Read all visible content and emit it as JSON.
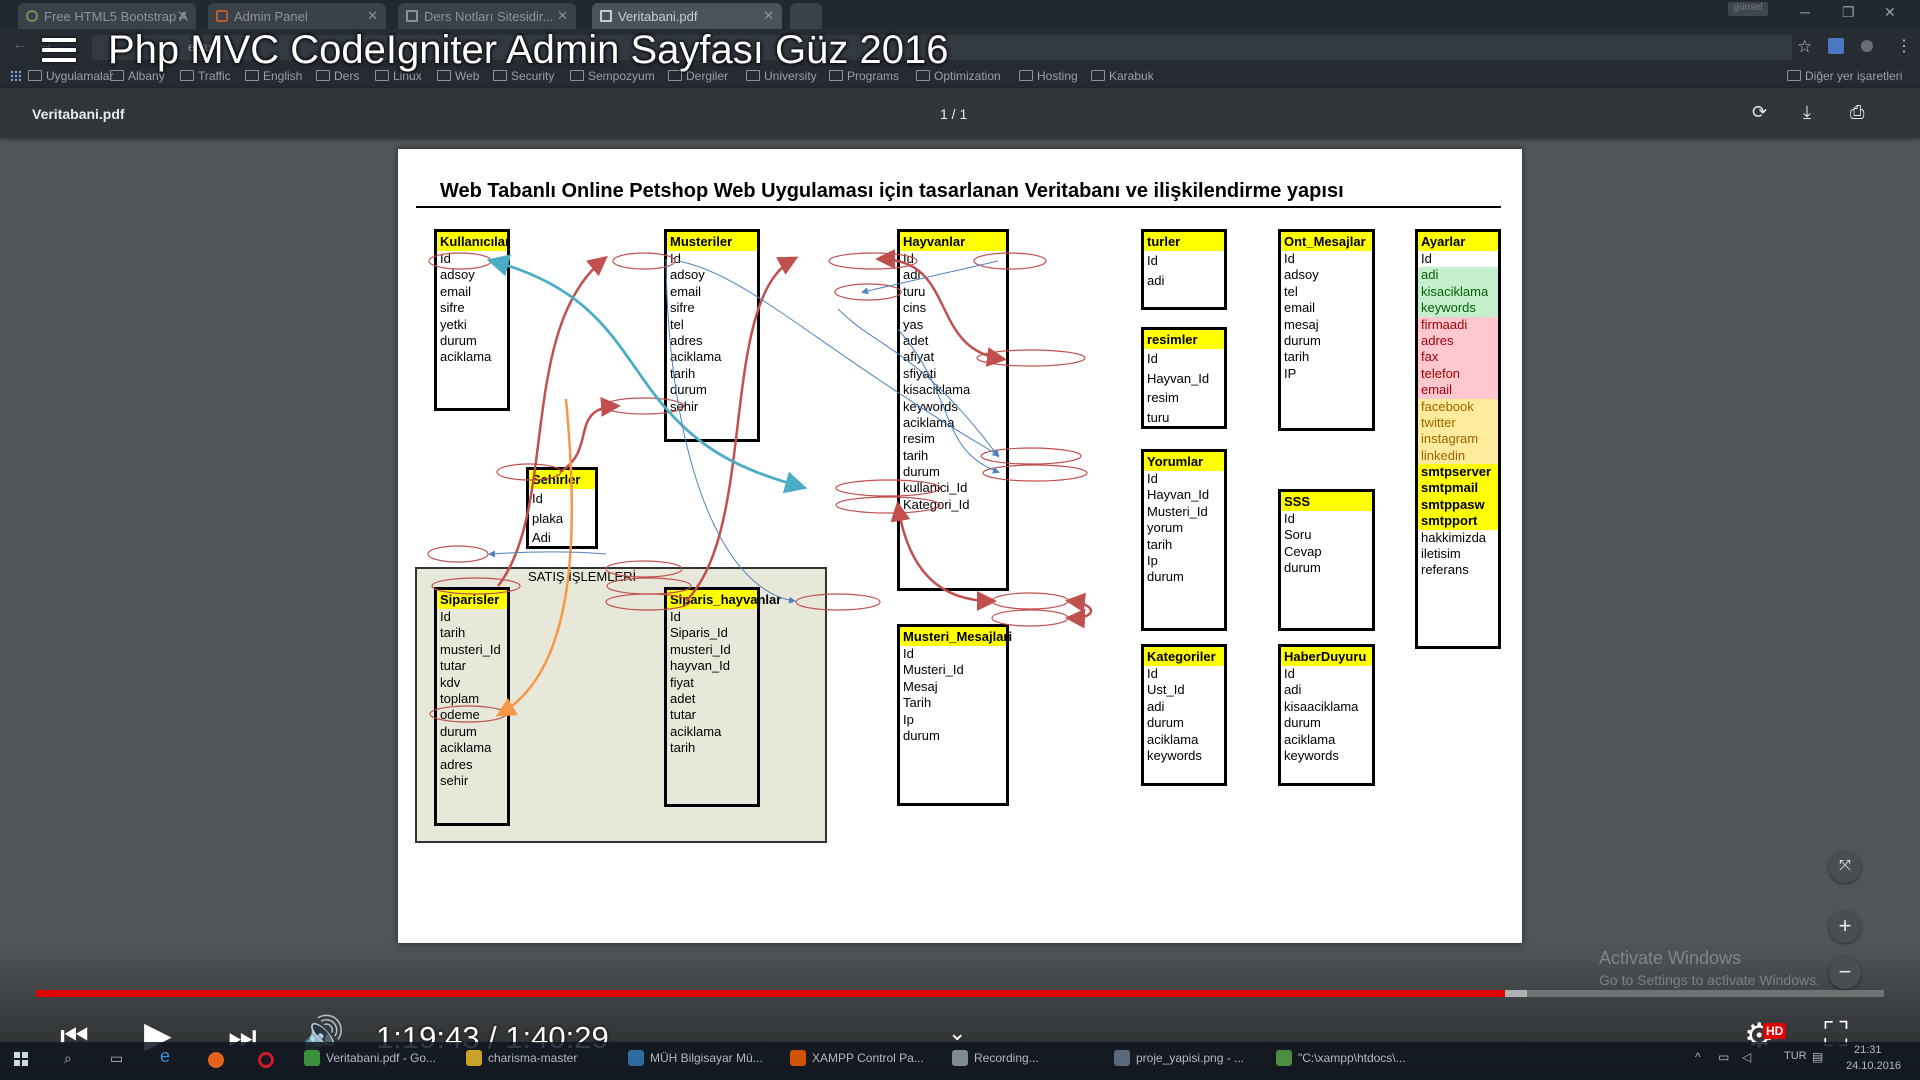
{
  "browser": {
    "tabs": [
      {
        "label": "Free HTML5 Bootstrap A"
      },
      {
        "label": "Admin Panel"
      },
      {
        "label": "Ders Notları Sitesidir..."
      },
      {
        "label": "Veritabani.pdf"
      }
    ],
    "profile": "günsel",
    "omnibox_fragment": "el.ru",
    "bookmarks": [
      "Uygulamalar",
      "Albany",
      "Traffic",
      "English",
      "Ders",
      "Linux",
      "Web",
      "Security",
      "Sempozyum",
      "Dergiler",
      "University",
      "Programs",
      "Optimization",
      "Hosting",
      "Karabuk"
    ],
    "other_bookmarks": "Diğer yer işaretleri"
  },
  "video": {
    "title": "Php MVC CodeIgniter Admin Sayfası Güz 2016",
    "time": "1:19:43 / 1:40:29",
    "progress_played": 0.795,
    "progress_buffered": 0.807,
    "hd_label": "HD"
  },
  "pdf": {
    "filename": "Veritabani.pdf",
    "page_count": "1 / 1",
    "document_title": "Web Tabanlı Online Petshop Web Uygulaması için tasarlanan Veritabanı ve ilişkilendirme yapısı",
    "group_label": "SATIŞ İŞLEMLERİ",
    "tables": [
      {
        "id": "kullanicilar",
        "name": "Kullanıcılar",
        "fields": [
          "Id",
          "adsoy",
          "email",
          "sifre",
          "yetki",
          "durum",
          "aciklama"
        ]
      },
      {
        "id": "musteriler",
        "name": "Musteriler",
        "fields": [
          "Id",
          "adsoy",
          "email",
          "sifre",
          "tel",
          "adres",
          "aciklama",
          "tarih",
          "durum",
          "sehir"
        ]
      },
      {
        "id": "hayvanlar",
        "name": "Hayvanlar",
        "fields": [
          "Id",
          "adi",
          "turu",
          "cins",
          "yas",
          "adet",
          "afiyat",
          "sfiyati",
          "kisaciklama",
          "keywords",
          "aciklama",
          "resim",
          "tarih",
          "durum",
          "kullanici_Id",
          "Kategori_Id"
        ]
      },
      {
        "id": "turler",
        "name": "turler",
        "fields": [
          "Id",
          "adi"
        ]
      },
      {
        "id": "ont_mesajlar",
        "name": "Ont_Mesajlar",
        "fields": [
          "Id",
          "adsoy",
          "tel",
          "email",
          "mesaj",
          "durum",
          "tarih",
          "IP"
        ]
      },
      {
        "id": "ayarlar",
        "name": "Ayarlar",
        "fields": [
          "Id",
          "adi",
          "kisaciklama",
          "keywords",
          "firmaadi",
          "adres",
          "fax",
          "telefon",
          "email",
          "facebook",
          "twitter",
          "instagram",
          "linkedin",
          "smtpserver",
          "smtpmail",
          "smtppasw",
          "smtpport",
          "hakkimizda",
          "iletisim",
          "referans"
        ]
      },
      {
        "id": "resimler",
        "name": "resimler",
        "fields": [
          "Id",
          "Hayvan_Id",
          "resim",
          "turu"
        ]
      },
      {
        "id": "sehirler",
        "name": "Sehirler",
        "fields": [
          "Id",
          "plaka",
          "Adi"
        ]
      },
      {
        "id": "yorumlar",
        "name": "Yorumlar",
        "fields": [
          "Id",
          "Hayvan_Id",
          "Musteri_Id",
          "yorum",
          "tarih",
          "Ip",
          "durum"
        ]
      },
      {
        "id": "sss",
        "name": "SSS",
        "fields": [
          "Id",
          "Soru",
          "Cevap",
          "durum"
        ]
      },
      {
        "id": "siparisler",
        "name": "Siparisler",
        "fields": [
          "Id",
          "tarih",
          "musteri_Id",
          "tutar",
          "kdv",
          "toplam",
          "odeme",
          "durum",
          "aciklama",
          "adres",
          "sehir"
        ]
      },
      {
        "id": "siparis_hayvanlar",
        "name": "Siparis_hayvanlar",
        "fields": [
          "Id",
          "Siparis_Id",
          "musteri_Id",
          "hayvan_Id",
          "fiyat",
          "adet",
          "tutar",
          "aciklama",
          "tarih"
        ]
      },
      {
        "id": "musteri_mesajlari",
        "name": "Musteri_Mesajlari",
        "fields": [
          "Id",
          "Musteri_Id",
          "Mesaj",
          "Tarih",
          "Ip",
          "durum"
        ]
      },
      {
        "id": "kategoriler",
        "name": "Kategoriler",
        "fields": [
          "Id",
          "Ust_Id",
          "adi",
          "durum",
          "aciklama",
          "keywords"
        ]
      },
      {
        "id": "haberduyuru",
        "name": "HaberDuyuru",
        "fields": [
          "Id",
          "adi",
          "kisaaciklama",
          "durum",
          "aciklama",
          "keywords"
        ]
      }
    ],
    "ayarlar_field_colors": [
      "#ffffff",
      "#c6efce",
      "#c6efce",
      "#c6efce",
      "#ffc7ce",
      "#ffc7ce",
      "#ffc7ce",
      "#ffc7ce",
      "#ffc7ce",
      "#ffeb9c",
      "#ffeb9c",
      "#ffeb9c",
      "#ffeb9c",
      "#ffff00",
      "#ffff00",
      "#ffff00",
      "#ffff00",
      "#ffffff",
      "#ffffff",
      "#ffffff"
    ],
    "ayarlar_text_colors": [
      "#000000",
      "#006100",
      "#006100",
      "#006100",
      "#9c0006",
      "#9c0006",
      "#9c0006",
      "#9c0006",
      "#9c0006",
      "#9c6500",
      "#9c6500",
      "#9c6500",
      "#9c6500",
      "#000000",
      "#000000",
      "#000000",
      "#000000",
      "#000000",
      "#000000",
      "#000000"
    ]
  },
  "watermark": {
    "line1": "Activate Windows",
    "line2": "Go to Settings to activate Windows."
  },
  "taskbar": {
    "items": [
      {
        "label": "Veritabani.pdf - Go...",
        "color": "#3c8f3c"
      },
      {
        "label": "charisma-master",
        "color": "#c9a227"
      },
      {
        "label": "MÜH Bilgisayar Mü...",
        "color": "#2d6a9f"
      },
      {
        "label": "XAMPP Control Pa...",
        "color": "#d35400"
      },
      {
        "label": "Recording...",
        "color": "#7f8c8d"
      },
      {
        "label": "proje_yapisi.png - ...",
        "color": "#5b6a7a"
      },
      {
        "label": "\"C:\\xampp\\htdocs\\...",
        "color": "#4b8e3f"
      }
    ],
    "lang": "TUR",
    "clock_time": "21:31",
    "clock_date": "24.10.2016"
  }
}
